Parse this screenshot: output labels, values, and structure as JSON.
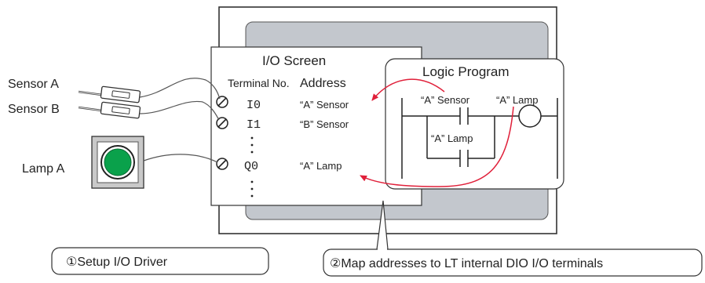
{
  "sensors": {
    "sensor_a": "Sensor A",
    "sensor_b": "Sensor B",
    "lamp_a": "Lamp A"
  },
  "io_screen": {
    "title": "I/O Screen",
    "header_terminal": "Terminal No.",
    "header_address": "Address",
    "rows": [
      {
        "terminal": "I0",
        "address": "“A” Sensor"
      },
      {
        "terminal": "I1",
        "address": "“B” Sensor"
      },
      {
        "terminal": "Q0",
        "address": "“A” Lamp"
      }
    ]
  },
  "logic": {
    "title": "Logic Program",
    "contact_a_sensor": "“A” Sensor",
    "coil_a_lamp": "“A” Lamp",
    "contact_a_lamp": "“A” Lamp"
  },
  "steps": {
    "step1": "①Setup I/O Driver",
    "step2": "②Map addresses to LT internal DIO I/O terminals"
  },
  "colors": {
    "arrow": "#e0203a",
    "lamp_green": "#0aa14b",
    "panel_gray": "#c3c7cd"
  }
}
